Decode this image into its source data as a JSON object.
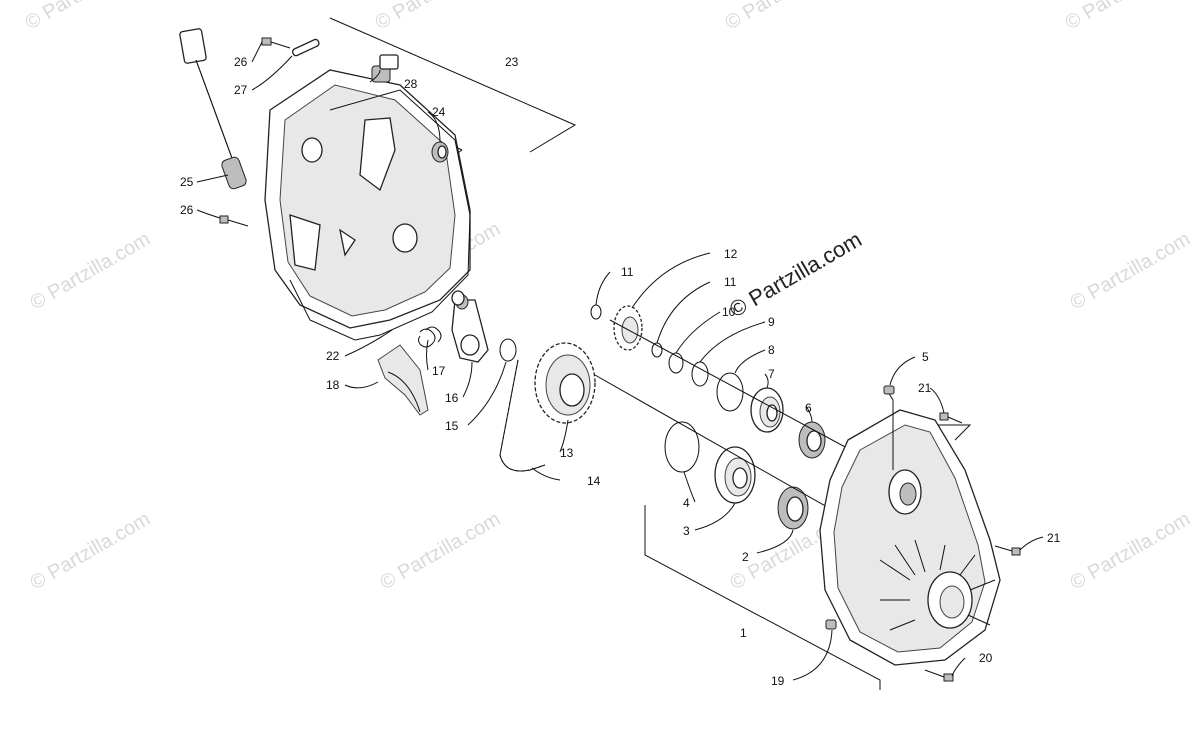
{
  "watermark": {
    "tile_text": "© Partzilla.com",
    "center_text": "© Partzilla.com"
  },
  "callouts": {
    "c1": "1",
    "c2": "2",
    "c3": "3",
    "c4": "4",
    "c5": "5",
    "c6": "6",
    "c7": "7",
    "c8": "8",
    "c9": "9",
    "c10": "10",
    "c11a": "11",
    "c11b": "11",
    "c12": "12",
    "c13": "13",
    "c14": "14",
    "c15": "15",
    "c16": "16",
    "c17": "17",
    "c18": "18",
    "c19": "19",
    "c20": "20",
    "c21a": "21",
    "c21b": "21",
    "c22": "22",
    "c23": "23",
    "c24": "24",
    "c25": "25",
    "c26a": "26",
    "c26b": "26",
    "c27": "27",
    "c28": "28"
  },
  "colors": {
    "line": "#111111",
    "part_fill": "#e8e8e8",
    "watermark": "#d9d9d9"
  }
}
